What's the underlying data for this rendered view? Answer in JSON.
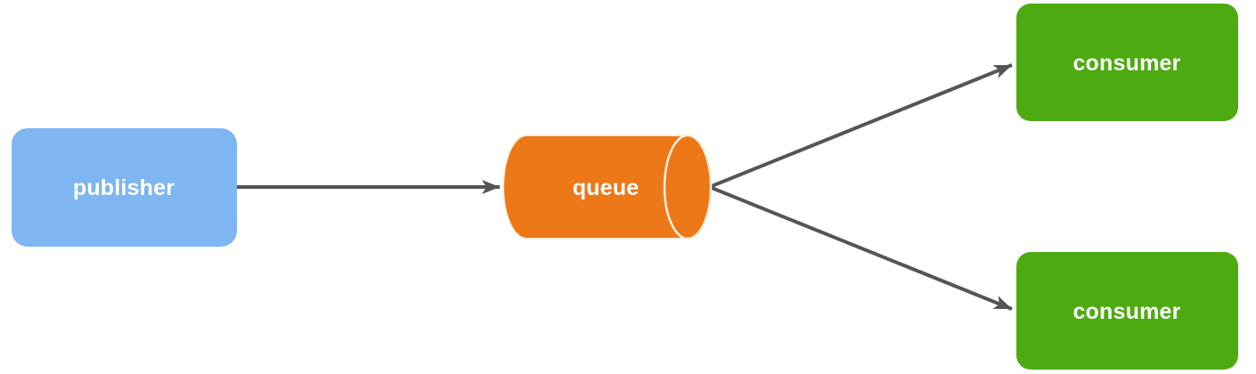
{
  "diagram": {
    "type": "message-queue-flow",
    "nodes": {
      "publisher": {
        "label": "publisher",
        "shape": "rounded-rect",
        "fill": "#7FB5F0"
      },
      "queue": {
        "label": "queue",
        "shape": "cylinder",
        "fill": "#ED7817"
      },
      "consumer_top": {
        "label": "consumer",
        "shape": "rounded-rect",
        "fill": "#4DAB11"
      },
      "consumer_bottom": {
        "label": "consumer",
        "shape": "rounded-rect",
        "fill": "#4DAB11"
      }
    },
    "edges": [
      {
        "from": "publisher",
        "to": "queue"
      },
      {
        "from": "queue",
        "to": "consumer_top"
      },
      {
        "from": "queue",
        "to": "consumer_bottom"
      }
    ],
    "colors": {
      "arrow": "#555555",
      "label_text": "#FFFFFF",
      "cylinder_rim": "#FFF1DE",
      "background": "#FFFFFF"
    }
  }
}
